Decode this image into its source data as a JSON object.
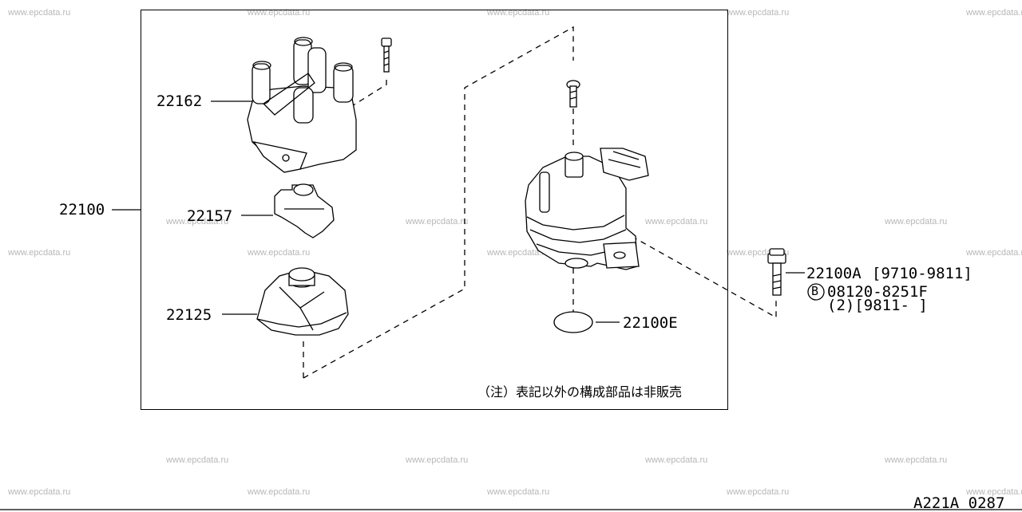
{
  "watermark_text": "www.epcdata.ru",
  "diagram_code": "A221A 0287",
  "note": "（注）表記以外の構成部品は非販売",
  "labels": {
    "assembly": "22100",
    "cap": "22162",
    "rotor": "22157",
    "seal_cover": "22125",
    "oring": "22100E",
    "bolt_a": "22100A",
    "bolt_a_range": "[9710-9811]",
    "bolt_b_circle": "B",
    "bolt_b": "08120-8251F",
    "bolt_b_qty_range": "(2)[9811-   ]"
  }
}
